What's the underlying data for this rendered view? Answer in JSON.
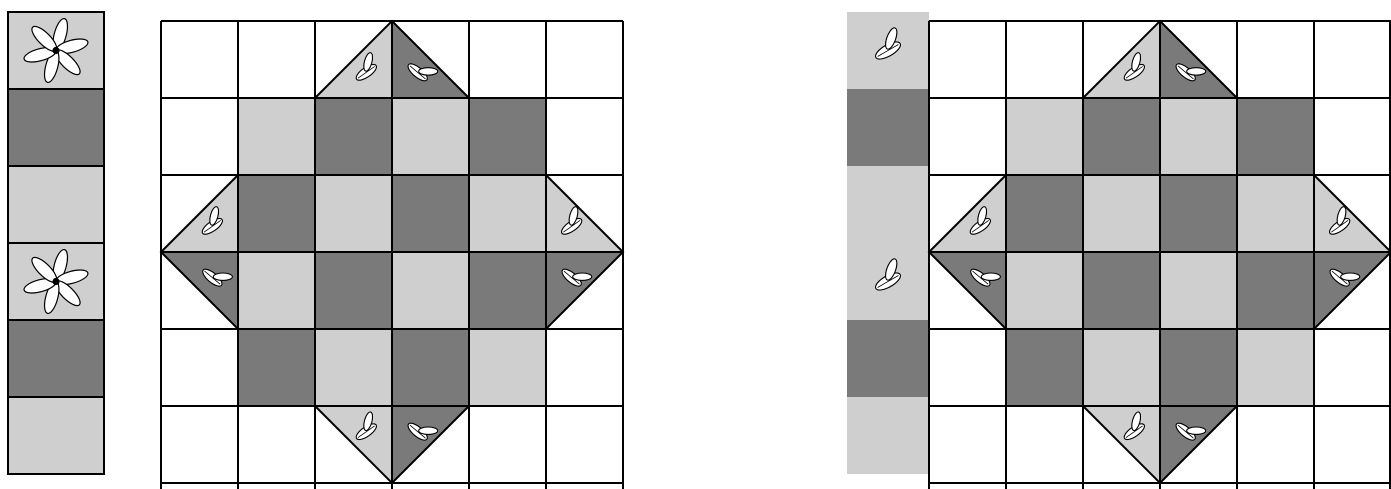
{
  "diagram": {
    "type": "quilt-block-layout",
    "colors": {
      "background": "#ffffff",
      "light_fabric": "#cfcfcf",
      "dark_fabric": "#7a7a7a",
      "print_fabric": "#cfcfcf",
      "grid_line": "#000000",
      "print_motif": "#ffffff"
    },
    "grid": {
      "rows": 6,
      "cols": 6
    },
    "left_strip": {
      "cells": [
        "print",
        "dark",
        "light",
        "print",
        "dark",
        "light"
      ]
    },
    "left_block": {
      "cells": [
        [
          "white",
          "white",
          "white",
          "white",
          "white",
          "white"
        ],
        [
          "white",
          "light",
          "dark",
          "light",
          "dark",
          "white"
        ],
        [
          "white",
          "dark",
          "light",
          "dark",
          "light",
          "white"
        ],
        [
          "white",
          "light",
          "dark",
          "light",
          "dark",
          "white"
        ],
        [
          "white",
          "dark",
          "light",
          "dark",
          "light",
          "white"
        ],
        [
          "white",
          "white",
          "white",
          "white",
          "white",
          "white"
        ]
      ],
      "side_triangles": [
        "top",
        "right",
        "bottom",
        "left"
      ]
    },
    "right_block": {
      "edge_strip": [
        "print",
        "dark",
        "light",
        "print",
        "dark",
        "light"
      ],
      "cells": [
        [
          "white",
          "white",
          "white",
          "white",
          "white",
          "white"
        ],
        [
          "white",
          "light",
          "dark",
          "light",
          "dark",
          "white"
        ],
        [
          "white",
          "dark",
          "light",
          "dark",
          "light",
          "white"
        ],
        [
          "white",
          "light",
          "dark",
          "light",
          "dark",
          "white"
        ],
        [
          "white",
          "dark",
          "light",
          "dark",
          "light",
          "white"
        ],
        [
          "white",
          "white",
          "white",
          "white",
          "white",
          "white"
        ]
      ],
      "side_triangles": [
        "top",
        "right",
        "bottom",
        "left"
      ]
    }
  }
}
